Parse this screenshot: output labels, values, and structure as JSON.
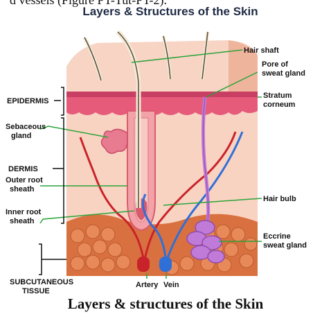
{
  "top_fragment": "d vessels (Figure PT-Tut-PT-2).",
  "title": "Layers & Structures of the Skin",
  "caption": "Layers & structures of the Skin",
  "labels": {
    "hair_shaft": "Hair shaft",
    "pore_line1": "Pore of",
    "pore_line2": "sweat gland",
    "stratum_line1": "Stratum",
    "stratum_line2": "corneum",
    "epidermis": "EPIDERMIS",
    "sebaceous_line1": "Sebaceous",
    "sebaceous_line2": "gland",
    "dermis": "DERMIS",
    "outer_root_line1": "Outer root",
    "outer_root_line2": "sheath",
    "hair_bulb": "Hair bulb",
    "inner_root_line1": "Inner root",
    "inner_root_line2": "sheath",
    "eccrine_line1": "Eccrine",
    "eccrine_line2": "sweat gland",
    "subcutaneous_line1": "SUBCUTANEOUS",
    "subcutaneous_line2": "TISSUE",
    "artery": "Artery",
    "vein": "Vein"
  },
  "colors": {
    "skin": "#f6c9b4",
    "skin_side": "#f1b79f",
    "epidermis": "#e65a7a",
    "dermis": "#f9d3c2",
    "fat": "#d9703f",
    "hair": "#f3ead6",
    "artery": "#c8232a",
    "vein": "#2f6fd8",
    "gland": "#c07ad8",
    "leader": "#2aa33a"
  }
}
